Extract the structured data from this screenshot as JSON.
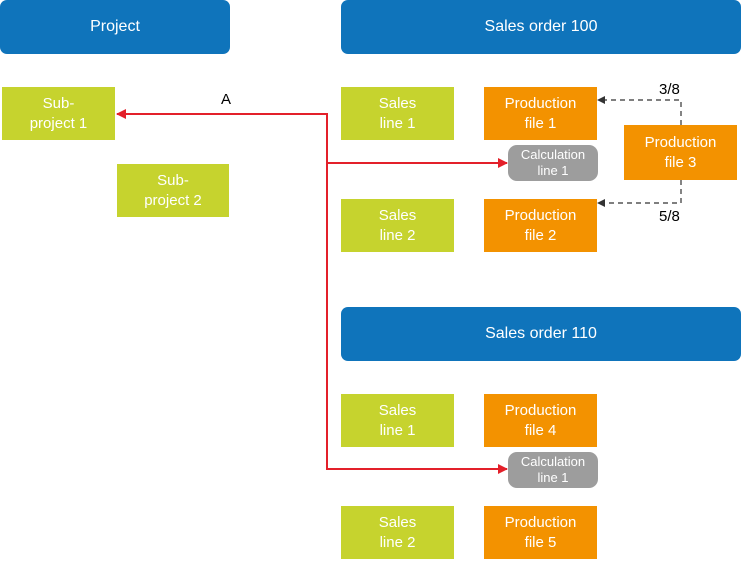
{
  "colors": {
    "header": "#0f74bb",
    "green": "#c6d32e",
    "orange": "#f39200",
    "calc": "#9d9d9d",
    "red_line": "#e3202a",
    "dashed": "#333333"
  },
  "project": {
    "title": "Project",
    "subprojects": [
      "Sub-\nproject 1",
      "Sub-\nproject 2"
    ]
  },
  "sales_orders": [
    {
      "title": "Sales order 100",
      "sales_lines": [
        "Sales\nline 1",
        "Sales\nline 2"
      ],
      "production_files": [
        "Production\nfile 1",
        "Production\nfile 2"
      ],
      "calculation_line": "Calculation\nline 1",
      "extra_production_file": "Production\nfile 3",
      "fractions": [
        "3/8",
        "5/8"
      ]
    },
    {
      "title": "Sales order 110",
      "sales_lines": [
        "Sales\nline 1",
        "Sales\nline 2"
      ],
      "production_files": [
        "Production\nfile 4",
        "Production\nfile 5"
      ],
      "calculation_line": "Calculation\nline 1"
    }
  ],
  "link_label": "A"
}
